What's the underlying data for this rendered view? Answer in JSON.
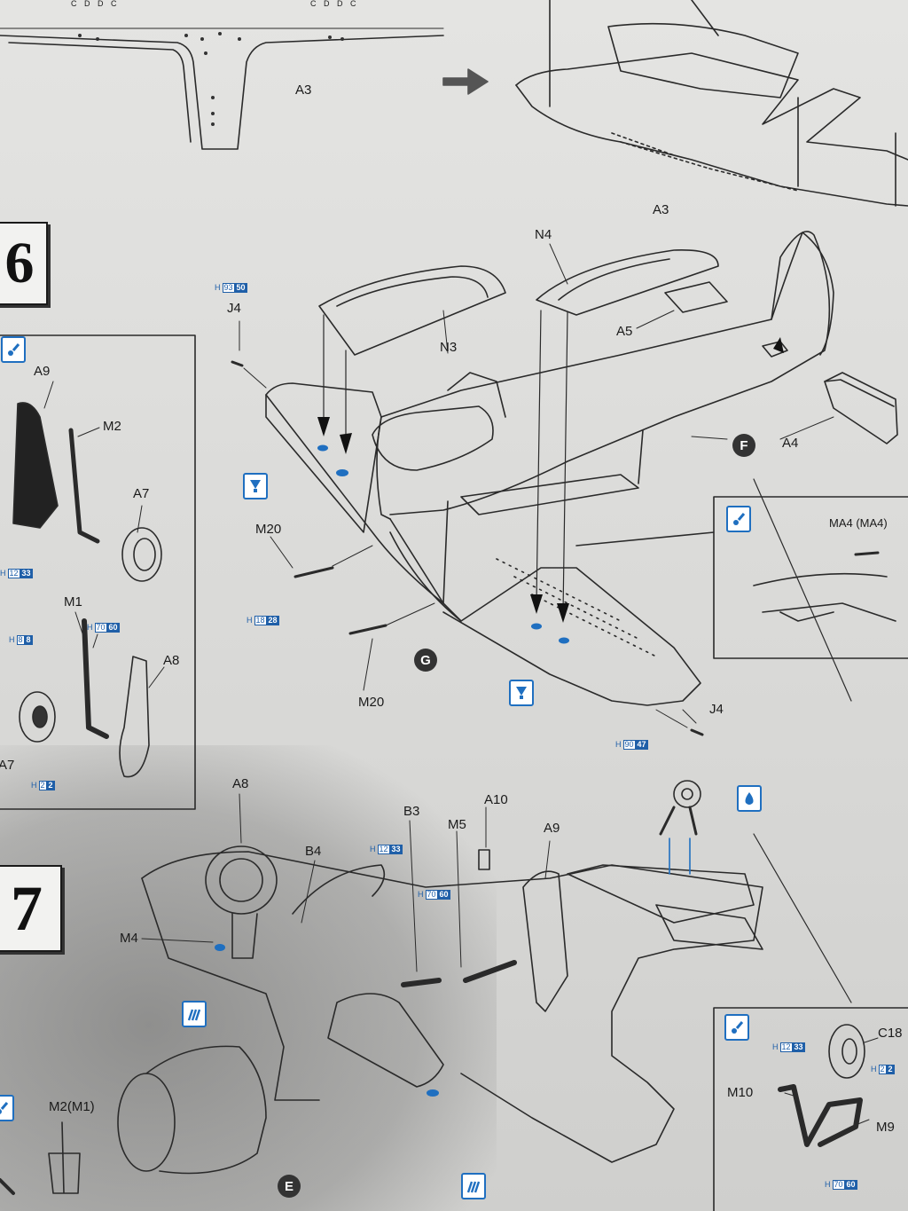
{
  "steps": {
    "step6": "6",
    "step7": "7"
  },
  "part_labels": {
    "a3_top": "A3",
    "a3_right": "A3",
    "n4": "N4",
    "n3": "N3",
    "a5": "A5",
    "a4": "A4",
    "j4_left": "J4",
    "j4_right": "J4",
    "m20_a": "M20",
    "m20_b": "M20",
    "a9_left": "A9",
    "m2_left": "M2",
    "a7_left": "A7",
    "m1": "M1",
    "a8_left": "A8",
    "a7_bottom": "A7",
    "ma4": "MA4 (MA4)",
    "a8_step7": "A8",
    "b4": "B4",
    "b3": "B3",
    "a10": "A10",
    "m5": "M5",
    "a9_step7": "A9",
    "m4": "M4",
    "m2m1": "M2(M1)",
    "c18": "C18",
    "m10": "M10",
    "m9": "M9"
  },
  "subassemblies": {
    "e": "E",
    "f": "F",
    "g": "G"
  },
  "mold_marks": [
    "C",
    "D",
    "D",
    "C",
    "C",
    "D",
    "D",
    "C"
  ],
  "paint_refs": {
    "h9350": {
      "prefix": "H",
      "code1": "93",
      "code2": "50"
    },
    "h1233_left": {
      "prefix": "H",
      "code1": "12",
      "code2": "33"
    },
    "h7060_left": {
      "prefix": "H",
      "code1": "70",
      "code2": "60"
    },
    "h88": {
      "prefix": "H",
      "code1": "8",
      "code2": "8"
    },
    "h22_left": {
      "prefix": "H",
      "code1": "2",
      "code2": "2"
    },
    "h1828": {
      "prefix": "H",
      "code1": "18",
      "code2": "28"
    },
    "h9047": {
      "prefix": "H",
      "code1": "90",
      "code2": "47"
    },
    "h1233_mid": {
      "prefix": "H",
      "code1": "12",
      "code2": "33"
    },
    "h7060_mid": {
      "prefix": "H",
      "code1": "70",
      "code2": "60"
    },
    "h1233_right": {
      "prefix": "H",
      "code1": "12",
      "code2": "33"
    },
    "h22_right": {
      "prefix": "H",
      "code1": "2",
      "code2": "2"
    },
    "h7060_right": {
      "prefix": "H",
      "code1": "70",
      "code2": "60"
    }
  },
  "icons": [
    "glue-icon",
    "cement-icon",
    "detail-callout-icon",
    "cutting-icon"
  ],
  "colors": {
    "instruction_blue": "#1f5fa8",
    "ink": "#1a1a1a",
    "paper": "#e2e2e0"
  }
}
